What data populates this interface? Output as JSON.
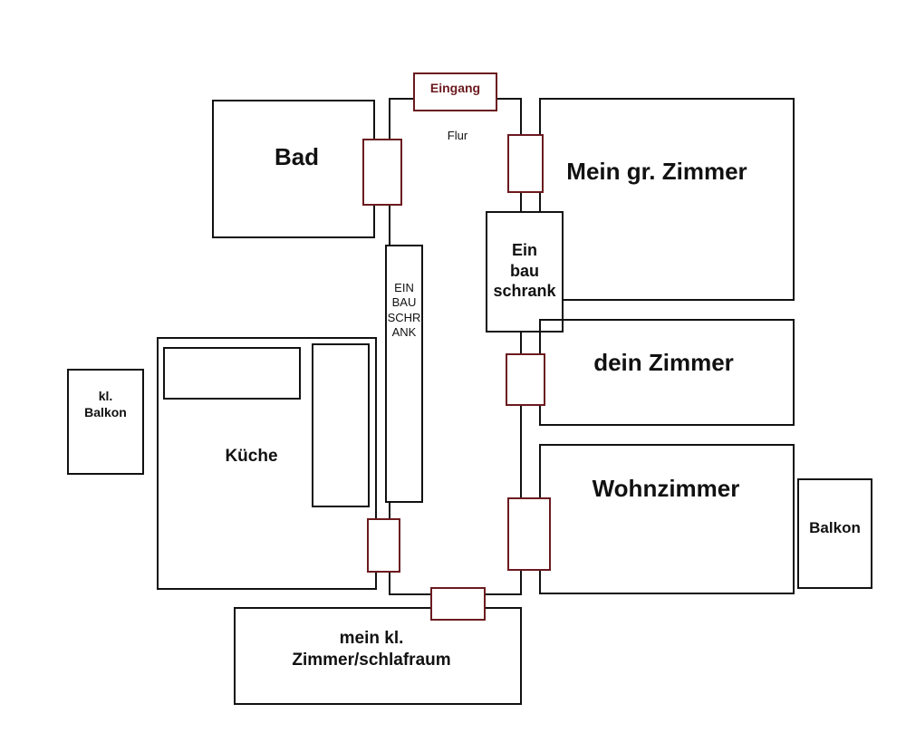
{
  "rooms": {
    "eingang": "Eingang",
    "flur": "Flur",
    "bad": "Bad",
    "mein_gr_zimmer": "Mein gr. Zimmer",
    "einbauschrank_right": "Ein\nbau\nschrank",
    "einbauschrank_left": "EIN\nBAU\nSCHR\nANK",
    "dein_zimmer": "dein Zimmer",
    "kl_balkon": "kl.\nBalkon",
    "kueche": "Küche",
    "wohnzimmer": "Wohnzimmer",
    "balkon": "Balkon",
    "mein_kl_zimmer": "mein kl.\nZimmer/schlafraum"
  },
  "colors": {
    "wall": "#111111",
    "door": "#6b1a1f",
    "entrance_text": "#6b1a1f"
  }
}
